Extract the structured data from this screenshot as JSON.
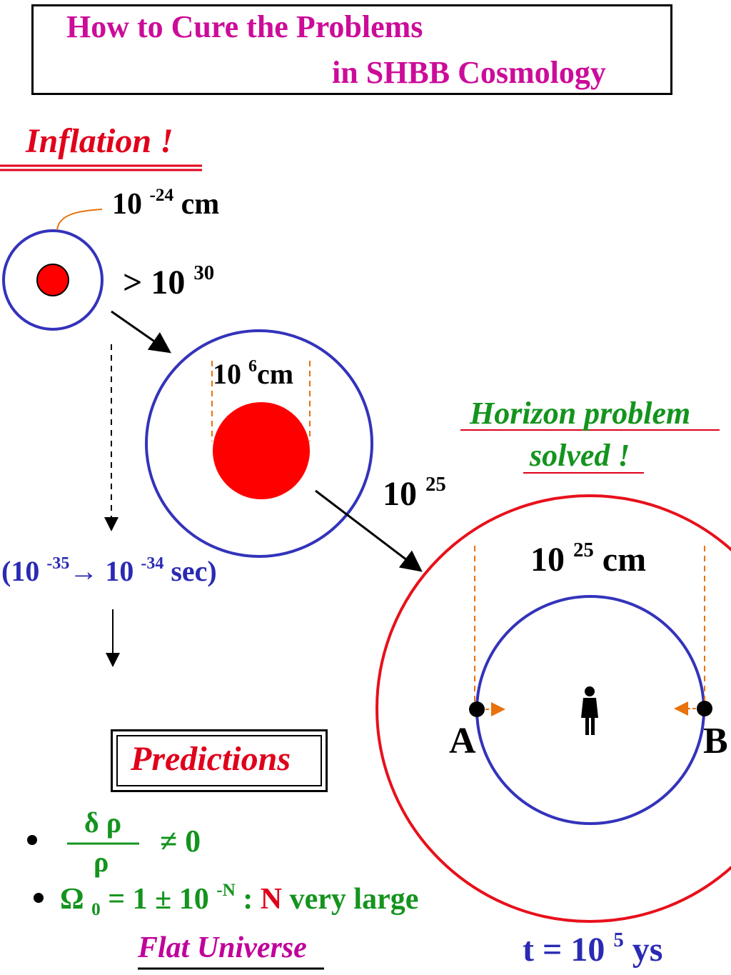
{
  "title": {
    "line1": "How to Cure the Problems",
    "line2": "in SHBB Cosmology"
  },
  "inflation_label": "Inflation !",
  "small_region": {
    "base": "10",
    "exp": "-24",
    "unit": "cm"
  },
  "expansion_factor": {
    "prefix": ">",
    "base": "10",
    "exp": "30"
  },
  "medium_region": {
    "base": "10",
    "exp": "6",
    "unit": "cm"
  },
  "second_factor": {
    "base": "10",
    "exp": "25"
  },
  "time_interval": {
    "open": "(10",
    "exp1": "-35",
    "arrow": "→",
    "base2": "10",
    "exp2": "-34",
    "close": "sec)"
  },
  "horizon": {
    "line1": "Horizon problem",
    "line2": "solved !"
  },
  "large_region": {
    "base": "10",
    "exp": "25",
    "unit": "cm"
  },
  "point_a": "A",
  "point_b": "B",
  "time_now": {
    "prefix": "t = 10",
    "exp": "5",
    "unit": "ys"
  },
  "predictions_title": "Predictions",
  "prediction1": {
    "numerator": "δ ρ",
    "denominator": "ρ",
    "relation": "≠ 0"
  },
  "prediction2": {
    "omega": "Ω",
    "sub": "0",
    "equals": "= 1 ± 10",
    "exp": "-N",
    "colon": ":",
    "n": "N",
    "rest": "very large"
  },
  "flat_universe": "Flat Universe",
  "colors": {
    "title": "#cc0c99",
    "red": "#e0001b",
    "blue": "#2a2ab3",
    "green": "#14941e",
    "orange": "#e8720c"
  },
  "icons": {
    "observer": "person-icon",
    "bullet": "bullet-icon"
  }
}
